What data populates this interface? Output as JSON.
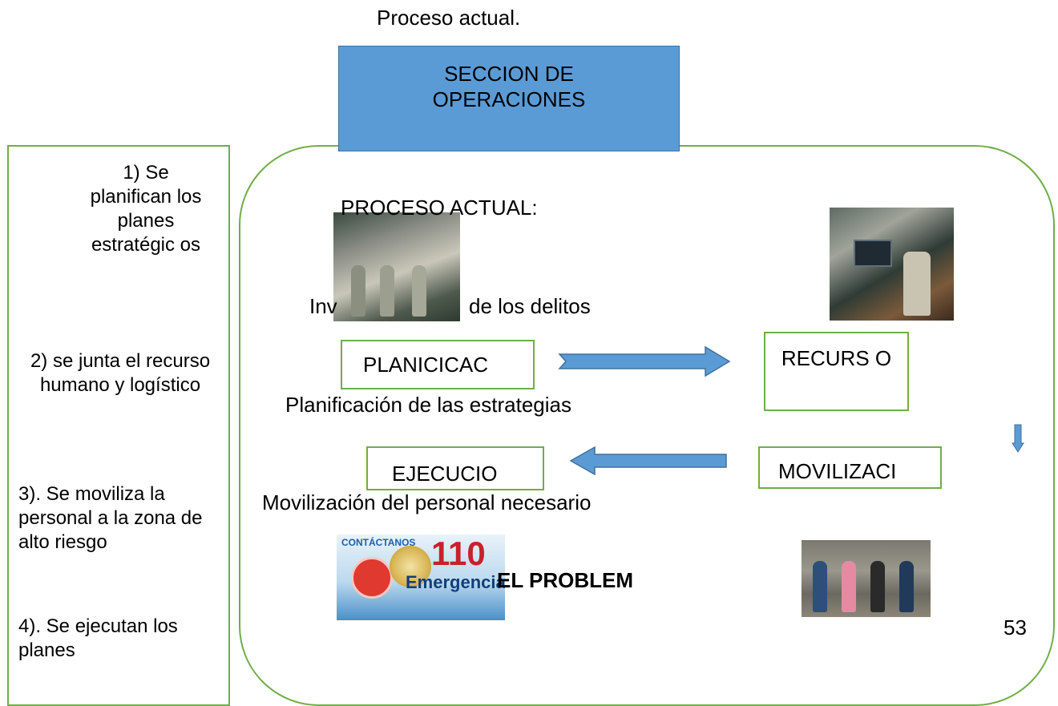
{
  "title": "Proceso actual.",
  "header_box": {
    "line1": "SECCION DE",
    "line2": "OPERACIONES"
  },
  "steps": {
    "step1": "1) Se planifican los planes estratégic os",
    "step2": "2) se junta el recurso humano y logístico",
    "step3": "3). Se moviliza la personal a la zona de alto riesgo",
    "step4": "4). Se ejecutan los planes"
  },
  "process": {
    "label": "PROCESO ACTUAL:",
    "investigation_left": "Inv",
    "investigation_right": "de los delitos",
    "boxes": {
      "planning": "PLANICICAC",
      "resource": "RECURS O",
      "execution": "EJECUCIO",
      "mobilization": "MOVILIZACI"
    },
    "planning_desc": "Planificación de las estrategias",
    "mobilization_desc": "Movilización del personal necesario",
    "problem": "EL PROBLEM"
  },
  "poster": {
    "contact": "CONTÁCTANOS",
    "number": "110",
    "word": "Emergencia"
  },
  "page_number": "53",
  "colors": {
    "header_fill": "#5b9bd5",
    "green_border": "#70ad47",
    "arrow_fill": "#5b9bd5"
  },
  "icons": {
    "arrow_right": "block-arrow-right",
    "arrow_left": "block-arrow-left",
    "arrow_down": "block-arrow-down"
  }
}
